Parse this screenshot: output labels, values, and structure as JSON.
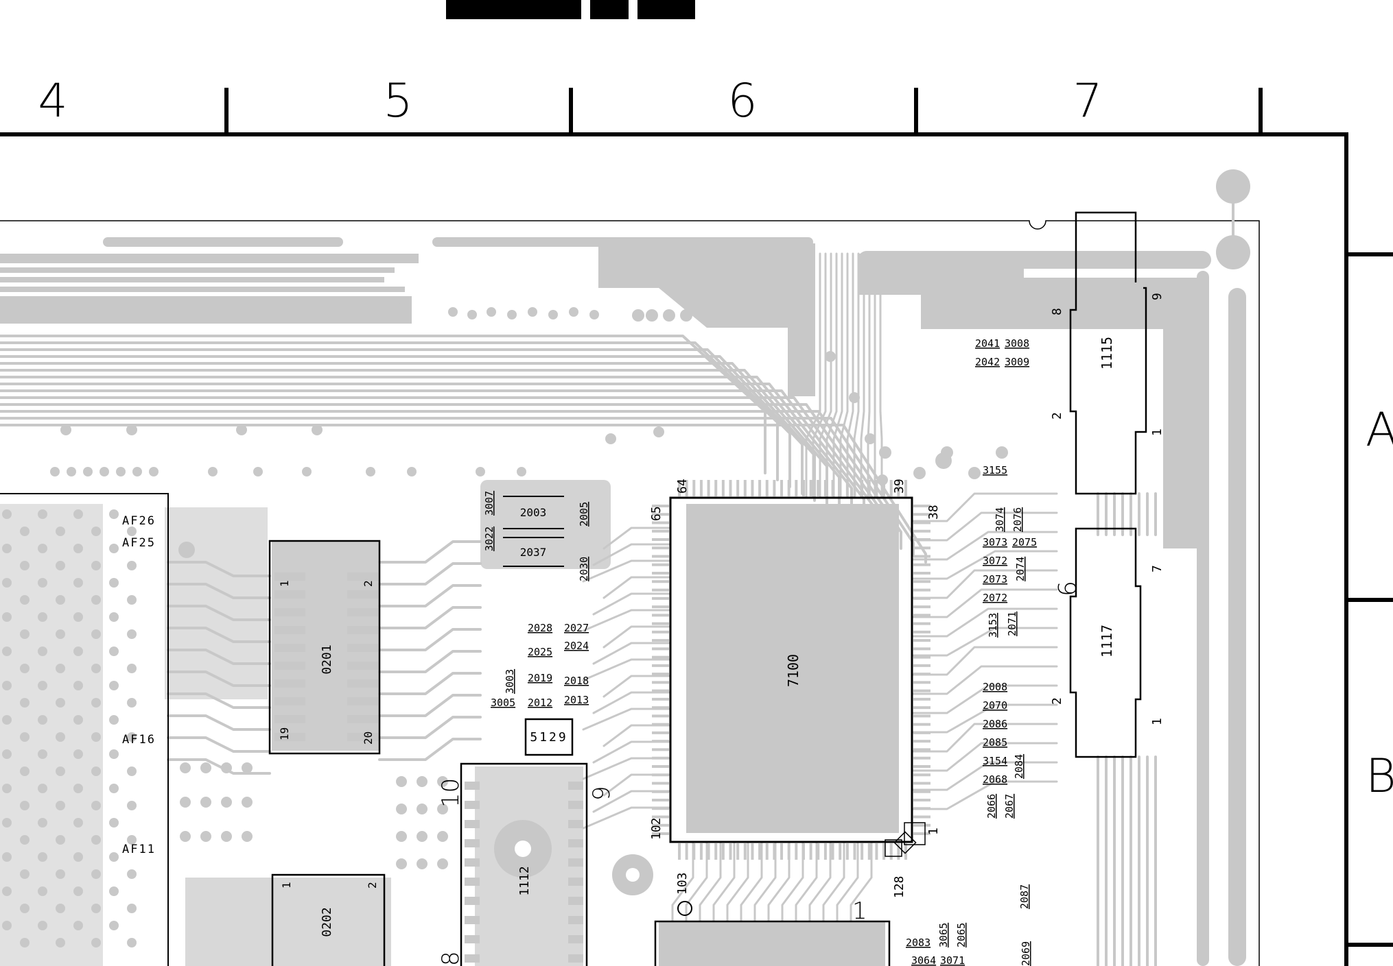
{
  "columns": [
    "4",
    "5",
    "6",
    "7"
  ],
  "rows": [
    "A",
    "B"
  ],
  "ic_labels": {
    "main_chip": "7100",
    "upper_connector": "1115",
    "lower_connector": "1117",
    "upper_ic": "0201",
    "lower_ic": "0202",
    "middle_ic": "1112",
    "inductor": "5129",
    "cap_2003": "2003",
    "cap_2037": "2037"
  },
  "pins": {
    "main_64": "64",
    "main_65": "65",
    "main_39": "39",
    "main_38": "38",
    "main_102": "102",
    "main_103": "103",
    "main_128": "128",
    "main_1": "1",
    "c1115_8": "8",
    "c1115_9": "9",
    "c1115_2": "2",
    "c1115_1": "1",
    "c1117_6": "6",
    "c1117_7": "7",
    "c1117_2": "2",
    "c1117_1": "1",
    "ic0201_1": "1",
    "ic0201_2": "2",
    "ic0201_19": "19",
    "ic0201_20": "20",
    "ic0202_1": "1",
    "ic0202_2": "2",
    "ic1112_10": "10",
    "ic1112_9": "9",
    "ic1112_8": "8",
    "bottom_ic_1": "1"
  },
  "bga_labels": [
    "AF26",
    "AF25",
    "AF16",
    "AF11"
  ],
  "refs": {
    "r2041": "2041",
    "r3008": "3008",
    "r2042": "2042",
    "r3009": "3009",
    "r3155": "3155",
    "r3074": "3074",
    "r2076": "2076",
    "r3073": "3073",
    "r2075": "2075",
    "r3072": "3072",
    "r2074": "2074",
    "r2073": "2073",
    "r2072": "2072",
    "r3153": "3153",
    "r2071": "2071",
    "r2008": "2008",
    "r2070": "2070",
    "r2086": "2086",
    "r2085": "2085",
    "r3154": "3154",
    "r2084": "2084",
    "r2068": "2068",
    "r2066": "2066",
    "r2067": "2067",
    "r2087": "2087",
    "r2083": "2083",
    "r3065": "3065",
    "r2065": "2065",
    "r3064": "3064",
    "r3071": "3071",
    "r2069": "2069",
    "r3007": "3007",
    "r3022": "3022",
    "r2005": "2005",
    "r2030": "2030",
    "r2028": "2028",
    "r2027": "2027",
    "r2025": "2025",
    "r2024": "2024",
    "r3003": "3003",
    "r2019": "2019",
    "r2018": "2018",
    "r3005": "3005",
    "r2012": "2012",
    "r2013": "2013"
  },
  "colors": {
    "copper": "#c8c8c8",
    "outline": "#000000",
    "background": "#ffffff"
  }
}
